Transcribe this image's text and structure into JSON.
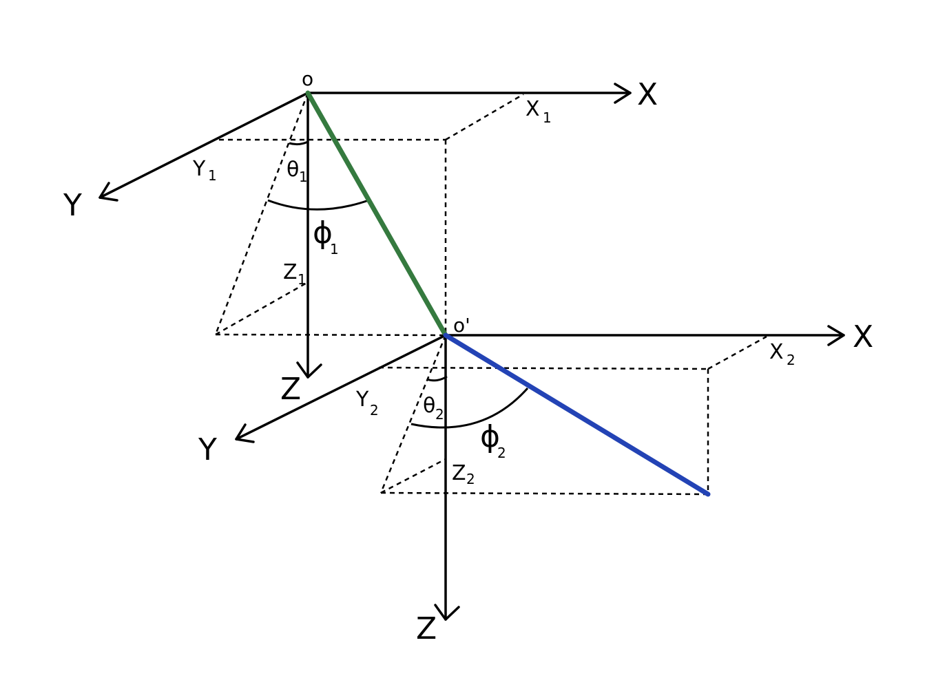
{
  "colors": {
    "link1": "#357a3f",
    "link2": "#2343b5",
    "ink": "#000000"
  },
  "labels": {
    "origin1": "o",
    "origin2": "o'",
    "axis_x1": "X",
    "axis_y1": "Y",
    "axis_z1": "Z",
    "axis_x2": "X",
    "axis_y2": "Y",
    "axis_z2": "Z",
    "x1_main": "X",
    "x1_sub": "1",
    "y1_main": "Y",
    "y1_sub": "1",
    "z1_main": "Z",
    "z1_sub": "1",
    "theta1_main": "θ",
    "theta1_sub": "1",
    "phi1_main": "ϕ",
    "phi1_sub": "1",
    "x2_main": "X",
    "x2_sub": "2",
    "y2_main": "Y",
    "y2_sub": "2",
    "z2_main": "Z",
    "z2_sub": "2",
    "theta2_main": "θ",
    "theta2_sub": "2",
    "phi2_main": "ϕ",
    "phi2_sub": "2"
  }
}
